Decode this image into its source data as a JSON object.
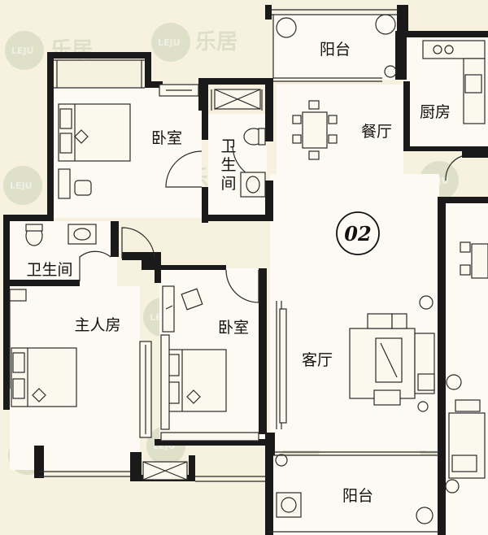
{
  "watermark": {
    "brand": "LEJU",
    "name": "乐居"
  },
  "unit_number": "02",
  "rooms": {
    "balcony_top": "阳台",
    "kitchen": "厨房",
    "dining": "餐厅",
    "bedroom_upper": "卧室",
    "bathroom_small": "卫生间",
    "bathroom_left": "卫生间",
    "master_bedroom": "主人房",
    "bedroom_middle": "卧室",
    "living_room": "客厅",
    "balcony_bottom": "阳台"
  },
  "colors": {
    "background": "#f7f1df",
    "wall": "#1a1a1a",
    "watermark": "#2c6e2a"
  }
}
